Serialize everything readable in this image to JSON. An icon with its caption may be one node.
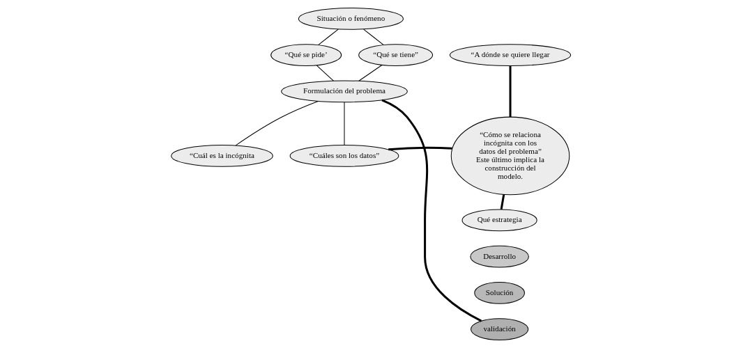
{
  "diagram": {
    "nodes": [
      {
        "text": [
          "Situación o fenómeno"
        ]
      },
      {
        "text": [
          "“Qué se pide’"
        ]
      },
      {
        "text": [
          "“Qué se tiene”"
        ]
      },
      {
        "text": [
          "“A dónde se quiere llegar"
        ]
      },
      {
        "text": [
          "Formulación del problema"
        ]
      },
      {
        "text": [
          "“Cuál es la incógnita"
        ]
      },
      {
        "text": [
          "“Cuáles son los datos”"
        ]
      },
      {
        "text": [
          "“Cómo se relaciona incógnita con los datos del problema” Este último implica la construcción del modelo."
        ]
      },
      {
        "text": [
          "Qué estrategia"
        ]
      },
      {
        "text": [
          "Desarrollo"
        ]
      },
      {
        "text": [
          "Solución"
        ]
      },
      {
        "text": [
          "validación"
        ]
      }
    ],
    "edges": [
      {
        "from": 0,
        "to": 1,
        "arrow": "none"
      },
      {
        "from": 0,
        "to": 2,
        "arrow": "none"
      },
      {
        "from": 1,
        "to": 4,
        "arrow": "none"
      },
      {
        "from": 2,
        "to": 4,
        "arrow": "none"
      },
      {
        "from": 4,
        "to": 5,
        "arrow": "none"
      },
      {
        "from": 4,
        "to": 6,
        "arrow": "none"
      },
      {
        "from": 3,
        "to": 7,
        "arrow": "none",
        "style": "thick"
      },
      {
        "from": 6,
        "to": 7,
        "arrow": "none",
        "style": "thick"
      },
      {
        "from": 7,
        "to": 8,
        "arrow": "none",
        "style": "thick"
      },
      {
        "from": 4,
        "to": 11,
        "arrow": "none",
        "style": "thick"
      }
    ]
  }
}
